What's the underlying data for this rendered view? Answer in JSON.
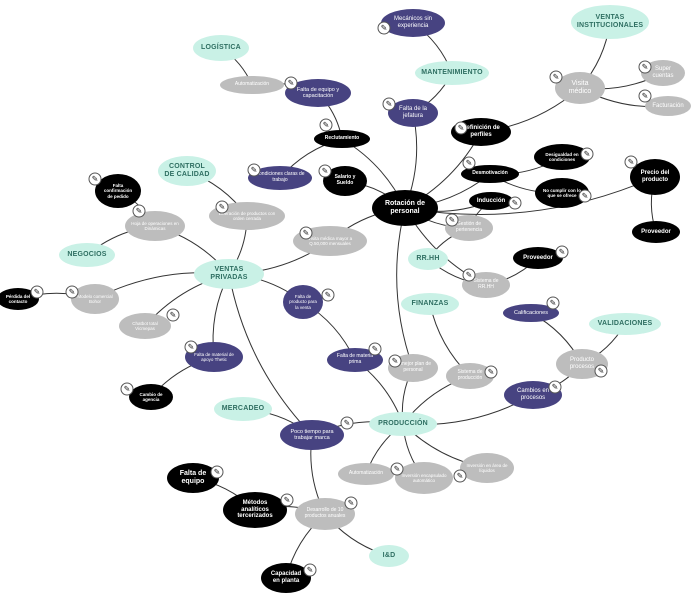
{
  "badge_icon": "✎",
  "nodes": [
    {
      "id": "rotacion",
      "label": "Rotación de personal",
      "style": "black"
    },
    {
      "id": "ventas_privadas",
      "label": "VENTAS PRIVADAS",
      "style": "teal"
    },
    {
      "id": "produccion",
      "label": "PRODUCCIÓN",
      "style": "teal"
    },
    {
      "id": "logistica",
      "label": "LOGÍSTICA",
      "style": "teal"
    },
    {
      "id": "mantenimiento",
      "label": "MANTENIMIENTO",
      "style": "teal"
    },
    {
      "id": "ventas_inst",
      "label": "VENTAS INSTITUCIONALES",
      "style": "teal"
    },
    {
      "id": "control_calidad",
      "label": "CONTROL DE CALIDAD",
      "style": "teal"
    },
    {
      "id": "negocios",
      "label": "NEGOCIOS",
      "style": "teal"
    },
    {
      "id": "rrhh",
      "label": "RR.HH",
      "style": "teal"
    },
    {
      "id": "finanzas",
      "label": "FINANZAS",
      "style": "teal"
    },
    {
      "id": "validaciones",
      "label": "VALIDACIONES",
      "style": "teal"
    },
    {
      "id": "mercadeo",
      "label": "MERCADEO",
      "style": "teal"
    },
    {
      "id": "iyd",
      "label": "I&D",
      "style": "teal"
    },
    {
      "id": "automatizacion",
      "label": "Automatización",
      "style": "gray"
    },
    {
      "id": "visita_medico",
      "label": "Visita médico",
      "style": "gray"
    },
    {
      "id": "super_cuentas",
      "label": "Super cuentas",
      "style": "gray"
    },
    {
      "id": "facturacion",
      "label": "Facturación",
      "style": "gray"
    },
    {
      "id": "liberacion",
      "label": "Liberación de productos con orden cerrada",
      "style": "gray"
    },
    {
      "id": "visita_mayor",
      "label": "Visita médica mayor a Q.50,000 mensuales",
      "style": "gray"
    },
    {
      "id": "hoja_op",
      "label": "Hoja de operaciones en Dinámicas",
      "style": "gray"
    },
    {
      "id": "modelo_comercial",
      "label": "Modelo comercial Bohor",
      "style": "gray"
    },
    {
      "id": "chatbot",
      "label": "Chatbot total Vicmepas",
      "style": "gray"
    },
    {
      "id": "gestion_pertenencia",
      "label": "Gestión de pertenencia",
      "style": "gray"
    },
    {
      "id": "sistema_rrhh",
      "label": "Sistema de RR.HH",
      "style": "gray"
    },
    {
      "id": "sistema_produccion",
      "label": "Sistema de producción",
      "style": "gray"
    },
    {
      "id": "el_mejor",
      "label": "El mejor plan de personal",
      "style": "gray"
    },
    {
      "id": "producto_procesos",
      "label": "Producto procesos",
      "style": "gray"
    },
    {
      "id": "automatizacion2",
      "label": "Automatización",
      "style": "gray"
    },
    {
      "id": "inversion_encapsulado",
      "label": "Inversión encapsulado automático",
      "style": "gray"
    },
    {
      "id": "inversion_llenado",
      "label": "Inversión en área de líquidos",
      "style": "gray"
    },
    {
      "id": "desarrollo",
      "label": "Desarrollo de 10 productos anuales",
      "style": "gray"
    },
    {
      "id": "mecanicos",
      "label": "Mecánicos sin experiencia",
      "style": "purple"
    },
    {
      "id": "falta_equipo_cap",
      "label": "Falta de equipo y capacitación",
      "style": "purple"
    },
    {
      "id": "falta_jefatura",
      "label": "Falta de la jefatura",
      "style": "purple"
    },
    {
      "id": "condiciones",
      "label": "Condiciones claras de trabajo",
      "style": "purple"
    },
    {
      "id": "falta_producto",
      "label": "Falta de producto para la venta",
      "style": "purple"
    },
    {
      "id": "falta_material",
      "label": "Falta de material de apoyo Thetic",
      "style": "purple"
    },
    {
      "id": "falta_materia",
      "label": "Falta de materia prima",
      "style": "purple"
    },
    {
      "id": "calificaciones",
      "label": "Calificaciones",
      "style": "purple"
    },
    {
      "id": "cambios",
      "label": "Cambios en procesos",
      "style": "purple"
    },
    {
      "id": "poco_tiempo",
      "label": "Poco tiempo para trabajar marca",
      "style": "purple"
    },
    {
      "id": "reclutamiento",
      "label": "Reclutamiento",
      "style": "black"
    },
    {
      "id": "salario",
      "label": "Salario y Sueldo",
      "style": "black"
    },
    {
      "id": "definicion",
      "label": "Definición de perfiles",
      "style": "black"
    },
    {
      "id": "desmotivacion",
      "label": "Desmotivación",
      "style": "black"
    },
    {
      "id": "desigualdad",
      "label": "Desigualdad en condiciones",
      "style": "black"
    },
    {
      "id": "no_cumplir",
      "label": "No cumplir con lo que se ofrece",
      "style": "black"
    },
    {
      "id": "induccion",
      "label": "Inducción",
      "style": "black"
    },
    {
      "id": "precio",
      "label": "Precio del producto",
      "style": "black"
    },
    {
      "id": "proveedor1",
      "label": "Proveedor",
      "style": "black"
    },
    {
      "id": "proveedor2",
      "label": "Proveedor",
      "style": "black"
    },
    {
      "id": "falta_confirmacion",
      "label": "Falta confirmación de pedido",
      "style": "black"
    },
    {
      "id": "perdida_contacto",
      "label": "Pérdida del contacto",
      "style": "black"
    },
    {
      "id": "cambio_agencia",
      "label": "Cambio de agencia",
      "style": "black"
    },
    {
      "id": "falta_equipo",
      "label": "Falta de equipo",
      "style": "black"
    },
    {
      "id": "metodos",
      "label": "Métodos analíticos tercerizados",
      "style": "black"
    },
    {
      "id": "capacidad",
      "label": "Capacidad en planta",
      "style": "black"
    }
  ],
  "edges": [
    [
      "rotacion",
      "reclutamiento"
    ],
    [
      "rotacion",
      "salario"
    ],
    [
      "rotacion",
      "falta_jefatura"
    ],
    [
      "rotacion",
      "definicion"
    ],
    [
      "rotacion",
      "desmotivacion"
    ],
    [
      "rotacion",
      "induccion"
    ],
    [
      "rotacion",
      "gestion_pertenencia"
    ],
    [
      "rotacion",
      "visita_mayor"
    ],
    [
      "rotacion",
      "el_mejor"
    ],
    [
      "rotacion",
      "precio"
    ],
    [
      "reclutamiento",
      "falta_equipo_cap"
    ],
    [
      "reclutamiento",
      "condiciones"
    ],
    [
      "falta_equipo_cap",
      "automatizacion"
    ],
    [
      "automatizacion",
      "logistica"
    ],
    [
      "falta_jefatura",
      "mantenimiento"
    ],
    [
      "mantenimiento",
      "mecanicos"
    ],
    [
      "definicion",
      "visita_medico"
    ],
    [
      "visita_medico",
      "ventas_inst"
    ],
    [
      "visita_medico",
      "super_cuentas"
    ],
    [
      "visita_medico",
      "facturacion"
    ],
    [
      "precio",
      "proveedor2"
    ],
    [
      "desmotivacion",
      "desigualdad"
    ],
    [
      "desmotivacion",
      "no_cumplir"
    ],
    [
      "induccion",
      "gestion_pertenencia"
    ],
    [
      "gestion_pertenencia",
      "rrhh"
    ],
    [
      "rrhh",
      "sistema_rrhh"
    ],
    [
      "sistema_rrhh",
      "proveedor1"
    ],
    [
      "finanzas",
      "sistema_produccion"
    ],
    [
      "sistema_produccion",
      "produccion"
    ],
    [
      "el_mejor",
      "produccion"
    ],
    [
      "produccion",
      "cambios"
    ],
    [
      "cambios",
      "producto_procesos"
    ],
    [
      "producto_procesos",
      "calificaciones"
    ],
    [
      "producto_procesos",
      "validaciones"
    ],
    [
      "produccion",
      "automatizacion2"
    ],
    [
      "produccion",
      "inversion_encapsulado"
    ],
    [
      "produccion",
      "inversion_llenado"
    ],
    [
      "produccion",
      "poco_tiempo"
    ],
    [
      "produccion",
      "falta_materia"
    ],
    [
      "falta_materia",
      "falta_producto"
    ],
    [
      "falta_producto",
      "ventas_privadas"
    ],
    [
      "ventas_privadas",
      "visita_mayor"
    ],
    [
      "ventas_privadas",
      "liberacion"
    ],
    [
      "liberacion",
      "control_calidad"
    ],
    [
      "ventas_privadas",
      "hoja_op"
    ],
    [
      "hoja_op",
      "falta_confirmacion"
    ],
    [
      "hoja_op",
      "negocios"
    ],
    [
      "ventas_privadas",
      "modelo_comercial"
    ],
    [
      "modelo_comercial",
      "perdida_contacto"
    ],
    [
      "ventas_privadas",
      "chatbot"
    ],
    [
      "ventas_privadas",
      "falta_material"
    ],
    [
      "falta_material",
      "cambio_agencia"
    ],
    [
      "ventas_privadas",
      "poco_tiempo"
    ],
    [
      "poco_tiempo",
      "mercadeo"
    ],
    [
      "poco_tiempo",
      "desarrollo"
    ],
    [
      "desarrollo",
      "metodos"
    ],
    [
      "metodos",
      "falta_equipo"
    ],
    [
      "desarrollo",
      "capacidad"
    ],
    [
      "desarrollo",
      "iyd"
    ],
    [
      "rotacion",
      "sistema_rrhh"
    ]
  ]
}
